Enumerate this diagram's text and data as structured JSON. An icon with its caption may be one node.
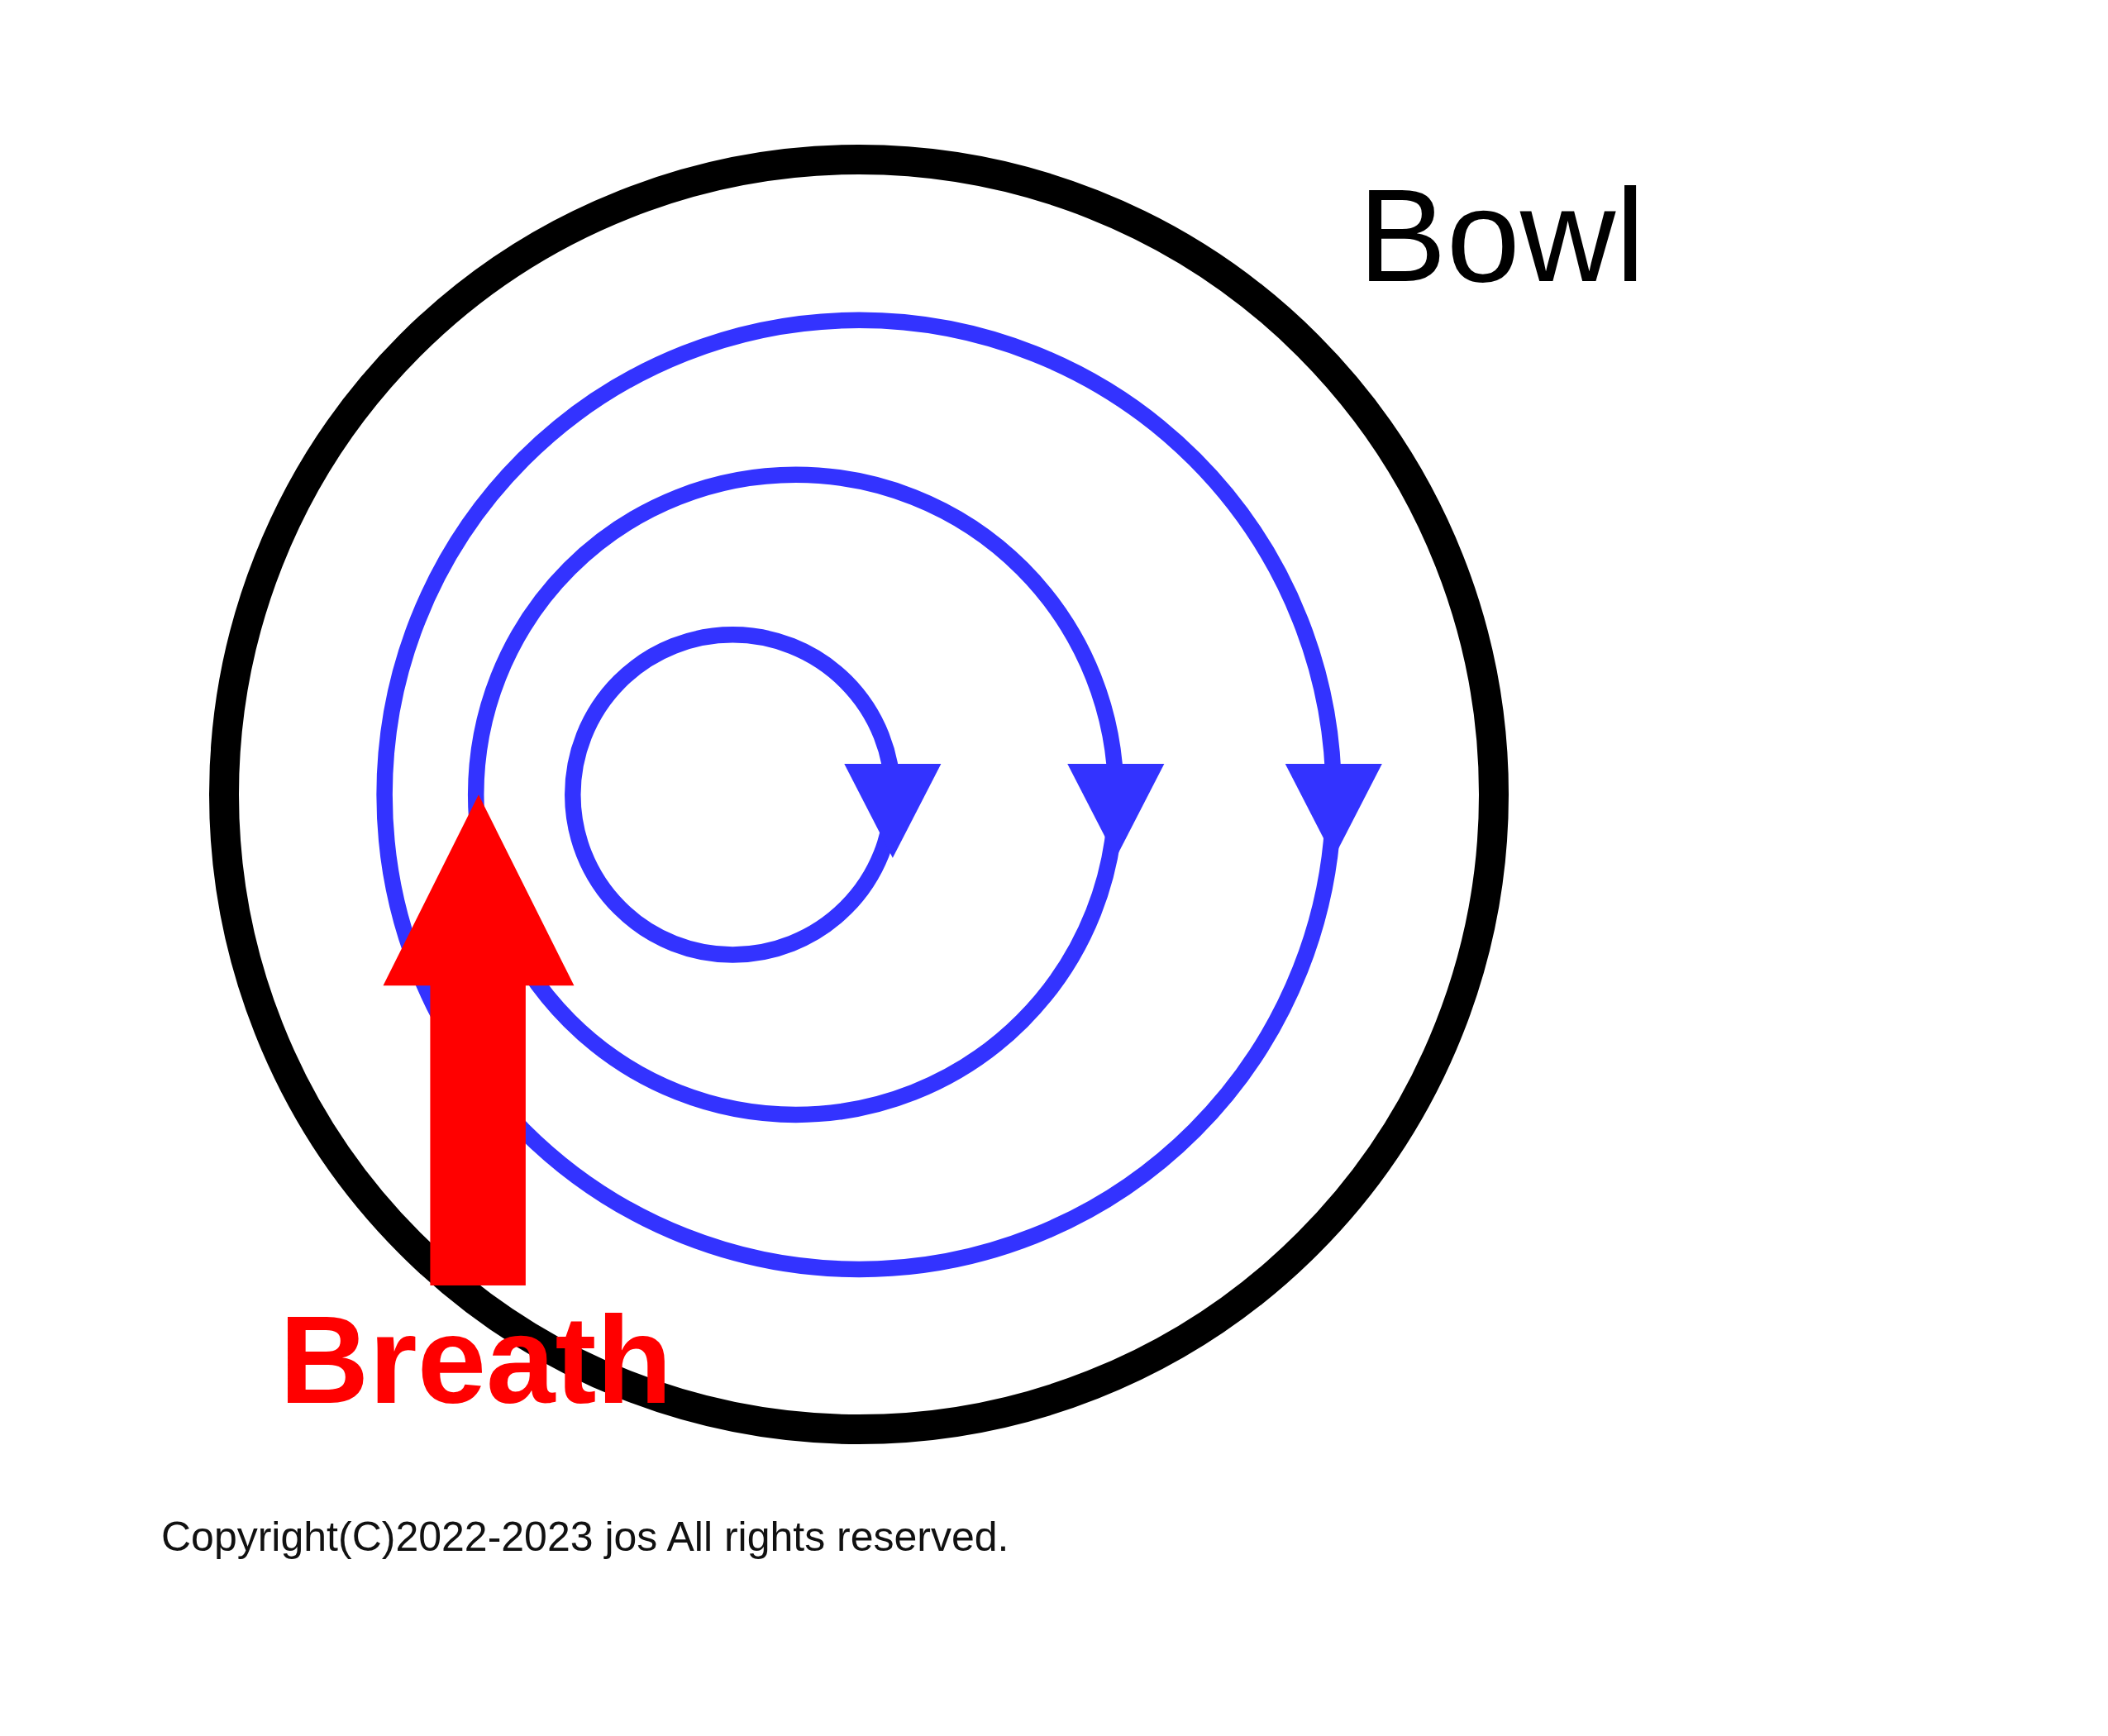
{
  "diagram": {
    "nodes": [
      {
        "text": [
          "Bowl"
        ]
      }
    ],
    "labels": [
      "Breath",
      "Copyright(C)2022-2023 jos All rights reserved."
    ]
  }
}
